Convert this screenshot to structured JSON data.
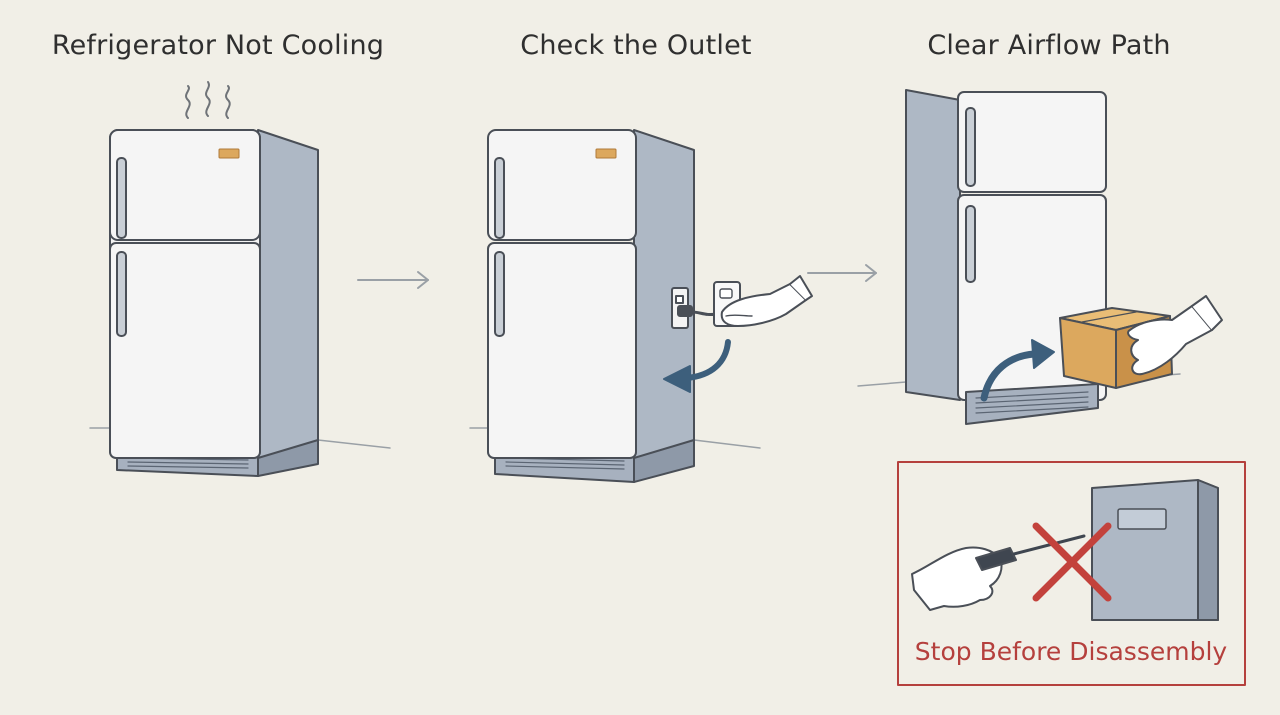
{
  "steps": [
    {
      "title": "Refrigerator Not Cooling"
    },
    {
      "title": "Check the Outlet"
    },
    {
      "title": "Clear Airflow Path"
    }
  ],
  "warning": {
    "label": "Stop Before Disassembly"
  },
  "colors": {
    "background": "#f1efe7",
    "fridge_front": "#f3f3f3",
    "fridge_side": "#aeb8c5",
    "outline": "#4a4f57",
    "arrow_blue": "#3d5f7c",
    "box_tan": "#dca85e",
    "warning_red": "#b5403d"
  },
  "icons": [
    "heat-waves-icon",
    "arrow-right-icon",
    "power-plug-icon",
    "wall-outlet-icon",
    "curved-arrow-icon",
    "cardboard-box-icon",
    "hand-icon",
    "screwdriver-icon",
    "red-x-icon"
  ]
}
